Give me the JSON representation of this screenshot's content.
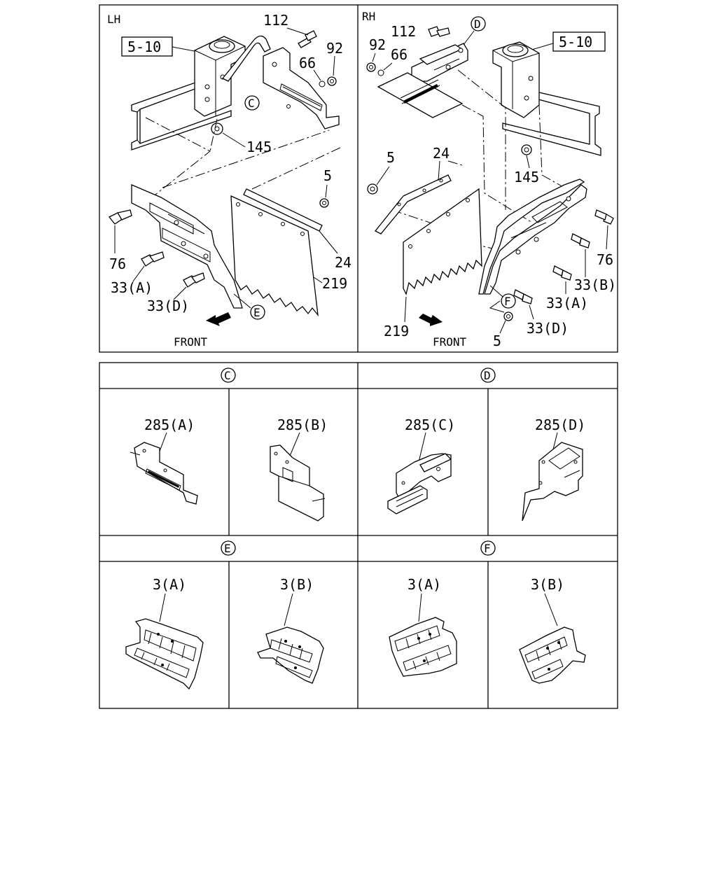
{
  "top": {
    "lh": {
      "side_label": "LH",
      "ref_box": "5-10",
      "front_label": "FRONT",
      "callouts": {
        "c112": "112",
        "c92": "92",
        "c66": "66",
        "c145": "145",
        "c5": "5",
        "c24": "24",
        "c219": "219",
        "c76": "76",
        "c33a": "33(A)",
        "c33d": "33(D)"
      },
      "circle_c": "C",
      "circle_e": "E"
    },
    "rh": {
      "side_label": "RH",
      "ref_box": "5-10",
      "front_label": "FRONT",
      "callouts": {
        "c112": "112",
        "c92": "92",
        "c66": "66",
        "c145": "145",
        "c5a": "5",
        "c24": "24",
        "c219": "219",
        "c76": "76",
        "c33a": "33(A)",
        "c33b": "33(B)",
        "c33d": "33(D)",
        "c5b": "5"
      },
      "circle_d": "D",
      "circle_f": "F"
    }
  },
  "details": {
    "row1": {
      "left_header": "C",
      "right_header": "D",
      "cells": [
        "285(A)",
        "285(B)",
        "285(C)",
        "285(D)"
      ]
    },
    "row2": {
      "left_header": "E",
      "right_header": "F",
      "cells": [
        "3(A)",
        "3(B)",
        "3(A)",
        "3(B)"
      ]
    }
  }
}
